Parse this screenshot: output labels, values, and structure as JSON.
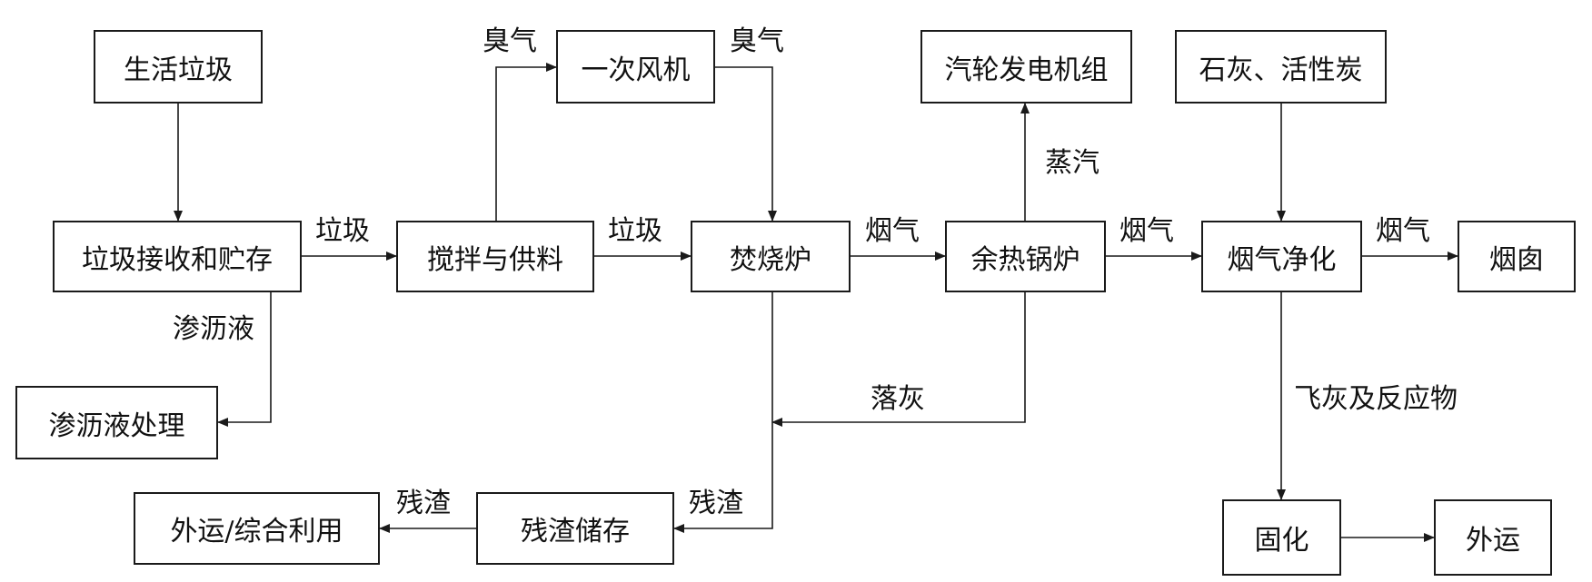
{
  "nodes": {
    "msw": "生活垃圾",
    "receive_store": "垃圾接收和贮存",
    "mix_feed": "搅拌与供料",
    "primary_fan": "一次风机",
    "incinerator": "焚烧炉",
    "waste_heat_boiler": "余热锅炉",
    "turbine_generator": "汽轮发电机组",
    "lime_carbon": "石灰、活性炭",
    "flue_gas_cleaning": "烟气净化",
    "chimney": "烟囱",
    "leachate_treatment": "渗沥液处理",
    "residue_storage": "残渣储存",
    "residue_use": "外运/综合利用",
    "solidification": "固化",
    "transport_out": "外运"
  },
  "edges": {
    "receive_to_mix": "垃圾",
    "mix_to_incinerator": "垃圾",
    "odor_to_fan": "臭气",
    "fan_to_incinerator": "臭气",
    "incinerator_to_boiler": "烟气",
    "boiler_to_cleaning": "烟气",
    "cleaning_to_chimney": "烟气",
    "steam": "蒸汽",
    "leachate": "渗沥液",
    "falling_ash": "落灰",
    "residue_in": "残渣",
    "residue_out": "残渣",
    "fly_ash": "飞灰及反应物"
  },
  "colors": {
    "line": "#1a1a1a",
    "text": "#111111"
  }
}
